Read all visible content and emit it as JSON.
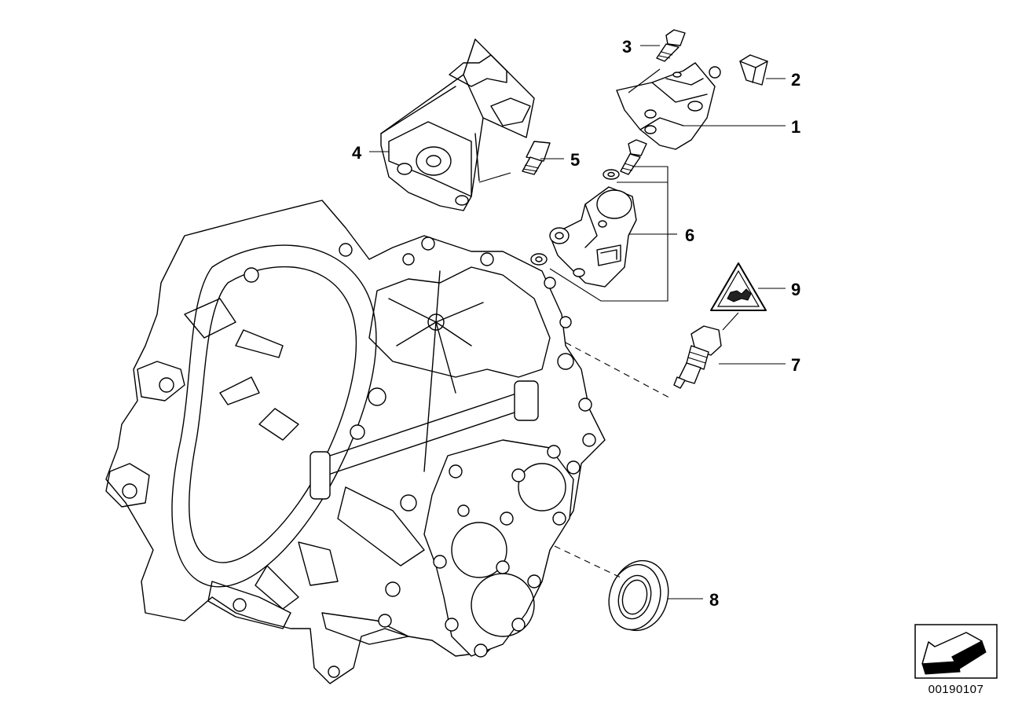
{
  "callouts": [
    {
      "id": "1",
      "label": "1"
    },
    {
      "id": "2",
      "label": "2"
    },
    {
      "id": "3",
      "label": "3"
    },
    {
      "id": "4",
      "label": "4"
    },
    {
      "id": "5",
      "label": "5"
    },
    {
      "id": "6",
      "label": "6"
    },
    {
      "id": "7",
      "label": "7"
    },
    {
      "id": "8",
      "label": "8"
    },
    {
      "id": "9",
      "label": "9"
    }
  ],
  "reference_number": "00190107",
  "icons": {
    "navigation": "arrow-back-icon",
    "warning": "warning-triangle-icon"
  }
}
